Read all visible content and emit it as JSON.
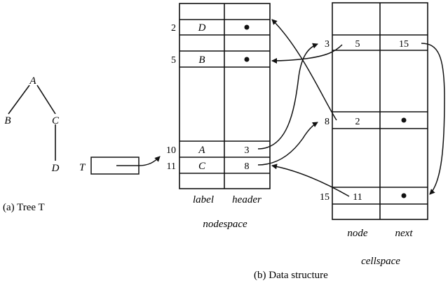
{
  "tree": {
    "nodes": [
      {
        "id": "A",
        "label": "A"
      },
      {
        "id": "B",
        "label": "B"
      },
      {
        "id": "C",
        "label": "C"
      },
      {
        "id": "D",
        "label": "D"
      }
    ],
    "edges": [
      [
        "A",
        "B"
      ],
      [
        "A",
        "C"
      ],
      [
        "C",
        "D"
      ]
    ],
    "caption": "(a)  Tree T"
  },
  "pointer": {
    "label": "T",
    "target_index": "10"
  },
  "nodespace": {
    "title": "nodespace",
    "columns": [
      "label",
      "header"
    ],
    "rows": [
      {
        "index": "2",
        "label": "D",
        "header": "•"
      },
      {
        "index": "5",
        "label": "B",
        "header": "•"
      },
      {
        "index": "10",
        "label": "A",
        "header": "3"
      },
      {
        "index": "11",
        "label": "C",
        "header": "8"
      }
    ]
  },
  "cellspace": {
    "title": "cellspace",
    "columns": [
      "node",
      "next"
    ],
    "rows": [
      {
        "index": "3",
        "node": "5",
        "next": "15"
      },
      {
        "index": "8",
        "node": "2",
        "next": "•"
      },
      {
        "index": "15",
        "node": "11",
        "next": "•"
      }
    ]
  },
  "caption_b": "(b)  Data structure"
}
